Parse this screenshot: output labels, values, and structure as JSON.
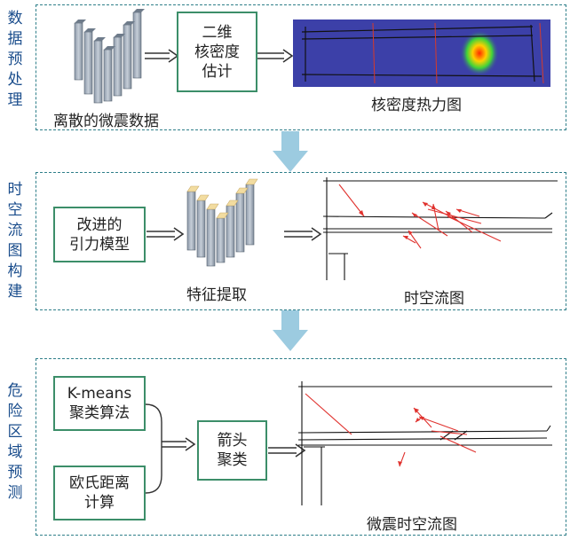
{
  "stage1": {
    "side_label": "数\n据\n预\n处\n理",
    "discrete_caption": "离散的微震数据",
    "kde_box": "二维\n核密度\n估计",
    "heatmap_caption": "核密度热力图"
  },
  "stage2": {
    "side_label": "时\n空\n流\n图\n构\n建",
    "gravity_box": "改进的\n引力模型",
    "feature_caption": "特征提取",
    "flow_caption": "时空流图"
  },
  "stage3": {
    "side_label": "危\n险\n区\n域\n预\n测",
    "kmeans_box": "K-means\n聚类算法",
    "euclid_box": "欧氏距离\n计算",
    "cluster_box": "箭头\n聚类",
    "flow_caption": "微震时空流图"
  },
  "colors": {
    "panel_border": "#2f7f8a",
    "box_border": "#3c8e69",
    "side_text": "#1a4d8c",
    "down_arrow": "#9ccbe0",
    "flow_arrow": "#e0322e",
    "heatmap_bg": "#3c40a8"
  }
}
